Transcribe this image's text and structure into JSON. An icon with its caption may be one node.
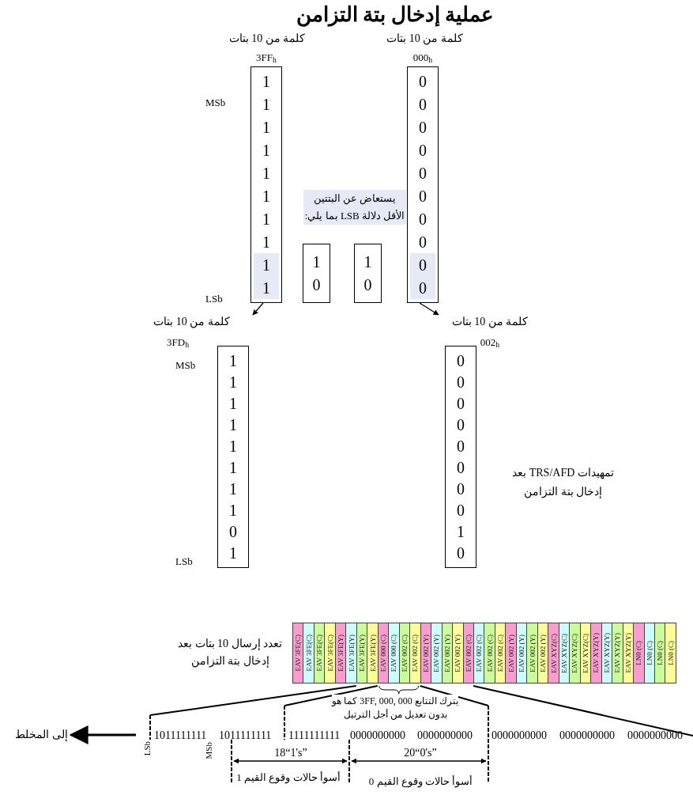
{
  "diagram": {
    "title": "عملية إدخال بتة التزامن",
    "nodes": [
      {
        "text": [
          "كلمة من 10 بتات",
          "3FF$_{h}$",
          "1",
          "1",
          "1",
          "1",
          "1",
          "1",
          "1",
          "1",
          "1",
          "1"
        ],
        "beside": [
          "MSb",
          "LSb"
        ]
      },
      {
        "text": [
          "كلمة من 10 بتات",
          "000$_{h}$",
          "0",
          "0",
          "0",
          "0",
          "0",
          "0",
          "0",
          "0",
          "0",
          "0"
        ]
      },
      {
        "text": [
          "1",
          "0"
        ]
      },
      {
        "text": [
          "1",
          "0"
        ]
      },
      {
        "text": [
          "كلمة من 10 بتات",
          "3FD$_{h}$",
          "1",
          "1",
          "1",
          "1",
          "1",
          "1",
          "1",
          "1",
          "0",
          "1"
        ],
        "beside": [
          "MSb",
          "LSb"
        ]
      },
      {
        "text": [
          "كلمة من 10 بتات",
          "002$_{h}$",
          "0",
          "0",
          "0",
          "0",
          "0",
          "0",
          "0",
          "0",
          "1",
          "0"
        ]
      },
      {
        "text": [
          "EAV 3FE(C)"
        ]
      },
      {
        "text": [
          "EAV 3FE(C)"
        ]
      },
      {
        "text": [
          "EAV 3FE(C)"
        ]
      },
      {
        "text": [
          "EAV 3FE(C)"
        ]
      },
      {
        "text": [
          "EAV 3FE(Y)"
        ]
      },
      {
        "text": [
          "EAV 3FE(Y)"
        ]
      },
      {
        "text": [
          "EAV 3FE(Y)"
        ]
      },
      {
        "text": [
          "EAV 3FE(Y)"
        ]
      },
      {
        "text": [
          "EAV 000 (C)"
        ]
      },
      {
        "text": [
          "EAV 000 (C)"
        ]
      },
      {
        "text": [
          "EAV 002 (C)"
        ]
      },
      {
        "text": [
          "EAV 002 (C)"
        ]
      },
      {
        "text": [
          "EAV 002 (Y)"
        ]
      },
      {
        "text": [
          "EAV 002 (Y)"
        ]
      },
      {
        "text": [
          "EAV 002 (Y)"
        ]
      },
      {
        "text": [
          "EAV 002 (Y)"
        ]
      },
      {
        "text": [
          "EAV 002 (C)"
        ]
      },
      {
        "text": [
          "EAV 002 (C)"
        ]
      },
      {
        "text": [
          "EAV 002 (C)"
        ]
      },
      {
        "text": [
          "EAV 002 (C)"
        ]
      },
      {
        "text": [
          "EAV 002 (Y)"
        ]
      },
      {
        "text": [
          "EAV 002 (Y)"
        ]
      },
      {
        "text": [
          "EAV 002 (Y)"
        ]
      },
      {
        "text": [
          "EAV 002 (Y)"
        ]
      },
      {
        "text": [
          "EAV XYZ(C)"
        ]
      },
      {
        "text": [
          "EAV XYZ(C)"
        ]
      },
      {
        "text": [
          "EAV XYZ(C)"
        ]
      },
      {
        "text": [
          "EAV XYZ(C)"
        ]
      },
      {
        "text": [
          "EAV XYZ(Y)"
        ]
      },
      {
        "text": [
          "EAV XYZ(Y)"
        ]
      },
      {
        "text": [
          "EAV XYZ(Y)"
        ]
      },
      {
        "text": [
          "EAV XYZ(Y)"
        ]
      },
      {
        "text": [
          "LN0 (C)"
        ]
      },
      {
        "text": [
          "LN0 (C)"
        ]
      },
      {
        "text": [
          "LN0 (C)"
        ]
      },
      {
        "text": [
          "LN0 (C)"
        ]
      },
      {
        "text": [
          "إلى المخلط"
        ]
      }
    ],
    "edges": [
      {
        "from": 0,
        "to": 4,
        "arrow": "to"
      },
      {
        "from": 1,
        "to": 5,
        "arrow": "to"
      },
      {
        "from": null,
        "to": 42,
        "arrow": "to",
        "style": "thick"
      }
    ],
    "labels": [
      "يستعاض عن البتتين الأقل دلالة LSB بما يلي:",
      "تمهيدات TRS/AFD بعد إدخال بتة التزامن",
      "تعدد إرسال 10 بتات بعد إدخال بتة التزامن",
      "يترك التتابع 3FF, 000, 000 كما هو بدون تعديل من أجل الترتيل",
      "1011111111",
      "1011111111",
      "1111111111",
      "0000000000",
      "0000000000",
      "0000000000",
      "0000000000",
      "0000000000",
      "LSb",
      "MSb",
      "18“1's”",
      "20“0's”",
      "أسوأ حالات وقوع القيم 1",
      "أسوأ حالات وقوع القيم 0"
    ]
  }
}
